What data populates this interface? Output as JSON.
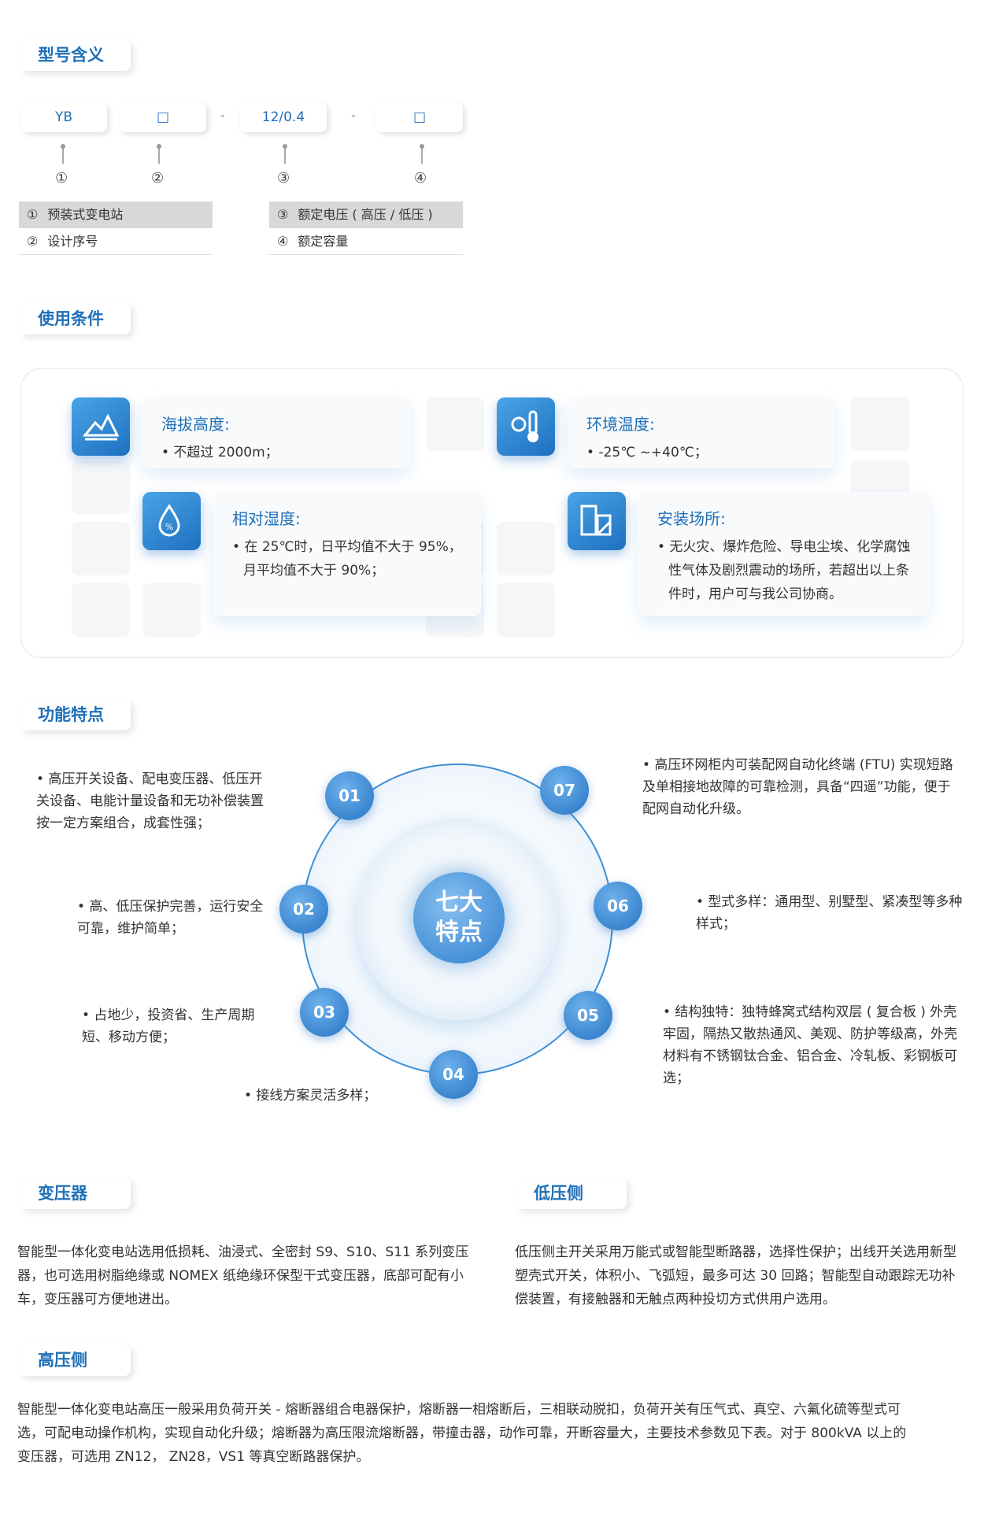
{
  "sections": {
    "model": "型号含义",
    "conditions": "使用条件",
    "features": "功能特点",
    "transformer": "变压器",
    "low_side": "低压侧",
    "high_side": "高压侧"
  },
  "model_code": {
    "parts": [
      "YB",
      "□",
      "12/0.4",
      "□"
    ],
    "dash": "-",
    "markers": [
      "①",
      "②",
      "③",
      "④"
    ],
    "legend": [
      {
        "num": "①",
        "text": "预装式变电站"
      },
      {
        "num": "②",
        "text": "设计序号"
      },
      {
        "num": "③",
        "text": "额定电压 ( 高压 / 低压 )"
      },
      {
        "num": "④",
        "text": "额定容量"
      }
    ]
  },
  "conditions": [
    {
      "title": "海拔高度:",
      "desc": "• 不超过 2000m；",
      "icon": "mountain-icon"
    },
    {
      "title": "环境温度:",
      "desc": "• -25℃ ~+40℃；",
      "icon": "thermometer-sun-icon"
    },
    {
      "title": "相对湿度:",
      "desc": "• 在 25℃时，日平均值不大于 95%，月平均值不大于 90%；",
      "icon": "humidity-drop-icon"
    },
    {
      "title": "安装场所:",
      "desc": "• 无火灾、爆炸危险、导电尘埃、化学腐蚀性气体及剧烈震动的场所，若超出以上条件时，用户可与我公司协商。",
      "icon": "building-wrench-icon"
    }
  ],
  "features": {
    "center": [
      "七大",
      "特点"
    ],
    "numbers": [
      "01",
      "02",
      "03",
      "04",
      "05",
      "06",
      "07"
    ],
    "items": [
      "• 高压开关设备、配电变压器、低压开关设备、电能计量设备和无功补偿装置按一定方案组合，成套性强；",
      "• 高、低压保护完善，运行安全可靠，维护简单；",
      "• 占地少，投资省、生产周期短、移动方便；",
      "• 接线方案灵活多样；",
      "• 结构独特：独特蜂窝式结构双层 ( 复合板 ) 外壳牢固，隔热又散热通风、美观、防护等级高，外壳材料有不锈钢钛合金、铝合金、冷轧板、彩钢板可选；",
      "• 型式多样：通用型、别墅型、紧凑型等多种样式；",
      "• 高压环网柜内可装配网自动化终端 (FTU) 实现短路及单相接地故障的可靠检测，具备“四遥”功能，便于配网自动化升级。"
    ]
  },
  "transformer_text": "智能型一体化变电站选用低损耗、油浸式、全密封 S9、S10、S11 系列变压器，也可选用树脂绝缘或 NOMEX 纸绝缘环保型干式变压器，底部可配有小车，变压器可方便地进出。",
  "low_side_text": "低压侧主开关采用万能式或智能型断路器，选择性保护；出线开关选用新型塑壳式开关，体积小、飞弧短，最多可达 30 回路；智能型自动跟踪无功补偿装置，有接触器和无触点两种投切方式供用户选用。",
  "high_side_text": "智能型一体化变电站高压一般采用负荷开关 - 熔断器组合电器保护，熔断器一相熔断后，三相联动脱扣，负荷开关有压气式、真空、六氟化硫等型式可选，可配电动操作机构，实现自动化升级；熔断器为高压限流熔断器，带撞击器，动作可靠，开断容量大，主要技术参数见下表。对于 800kVA 以上的变压器，可选用 ZN12， ZN28，VS1 等真空断路器保护。",
  "colors": {
    "accent": "#1f6fb8",
    "icon_gradient_start": "#49a4e6",
    "icon_gradient_end": "#1e70bf"
  }
}
